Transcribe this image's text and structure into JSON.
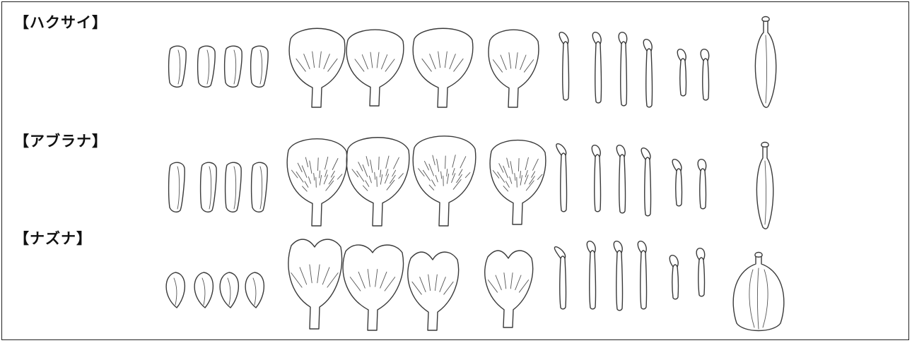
{
  "labels": {
    "hakusai": "【ハクサイ】",
    "aburana": "【アブラナ】",
    "nazuna": "【ナズナ】"
  },
  "stroke_color": "#3a3a3a"
}
